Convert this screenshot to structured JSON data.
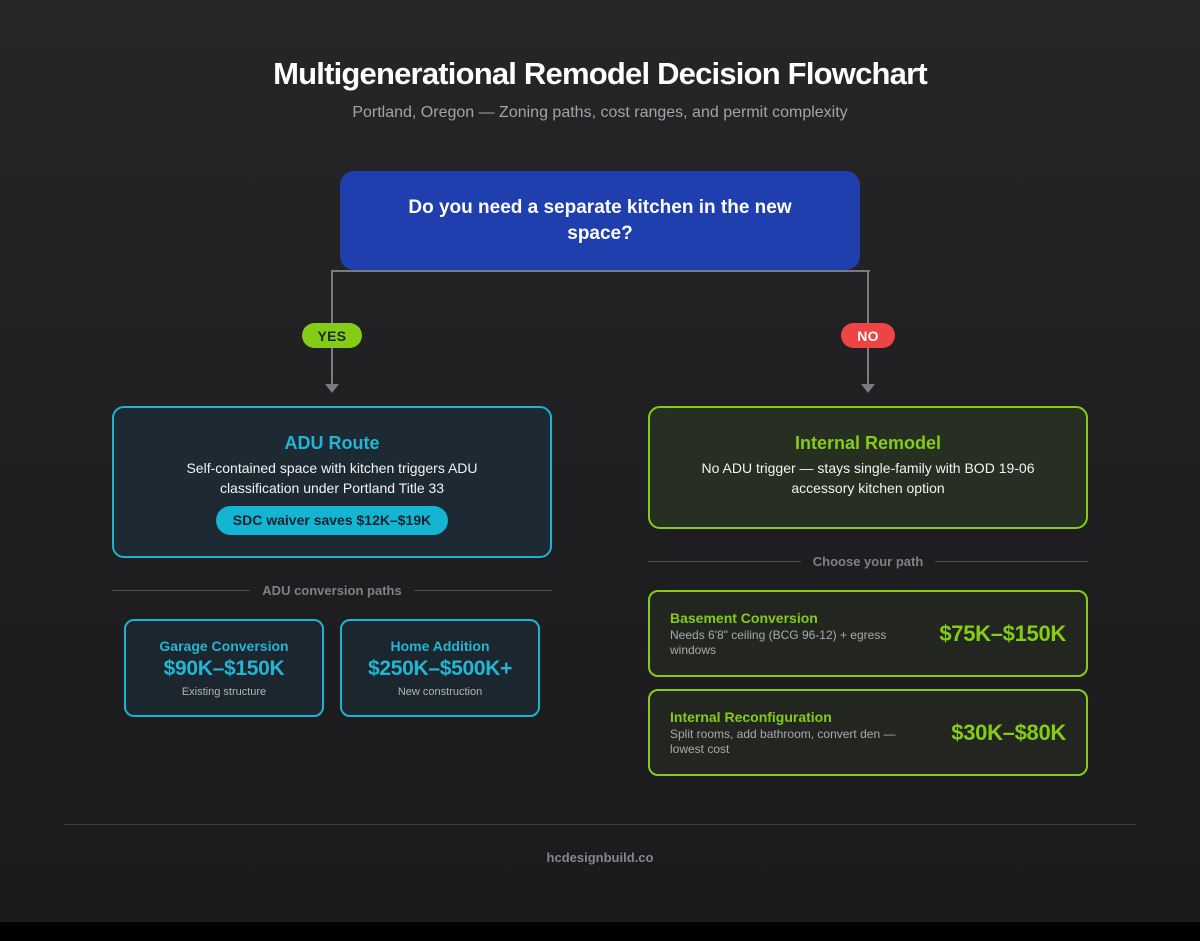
{
  "header": {
    "title": "Multigenerational Remodel Decision Flowchart",
    "subtitle": "Portland, Oregon — Zoning paths, cost ranges, and permit complexity"
  },
  "question": {
    "text": "Do you need a separate kitchen in the new space?",
    "color": "#1f3fae"
  },
  "branches": {
    "yes": {
      "label": "YES",
      "color": "#84cc16"
    },
    "no": {
      "label": "NO",
      "color": "#ef4444"
    }
  },
  "adu_route": {
    "title": "ADU Route",
    "description": "Self-contained space with kitchen triggers ADU classification under Portland Title 33",
    "badge": "SDC waiver saves $12K–$19K",
    "accent": "#22b6d4",
    "divider_label": "ADU conversion paths",
    "paths": [
      {
        "title": "Garage Conversion",
        "cost": "$90K–$150K",
        "note": "Existing structure"
      },
      {
        "title": "Home Addition",
        "cost": "$250K–$500K+",
        "note": "New construction"
      }
    ]
  },
  "internal_remodel": {
    "title": "Internal Remodel",
    "description": "No ADU trigger — stays single-family with BOD 19-06 accessory kitchen option",
    "accent": "#84cc16",
    "divider_label": "Choose your path",
    "paths": [
      {
        "title": "Basement Conversion",
        "description": "Needs 6'8\" ceiling (BCG 96-12) + egress windows",
        "cost": "$75K–$150K"
      },
      {
        "title": "Internal Reconfiguration",
        "description": "Split rooms, add bathroom, convert den — lowest cost",
        "cost": "$30K–$80K"
      }
    ]
  },
  "footer": {
    "text": "hcdesignbuild.co"
  }
}
